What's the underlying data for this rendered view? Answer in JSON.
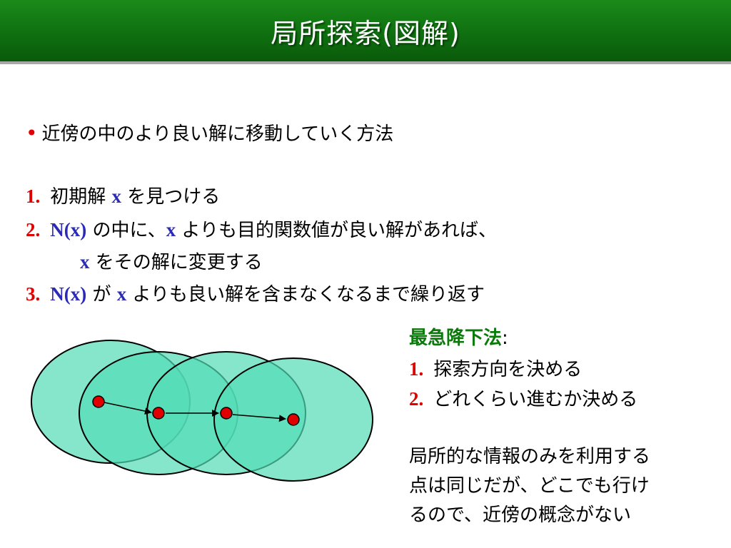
{
  "title": "局所探索(図解)",
  "bullet_text": "近傍の中のより良い解に移動していく方法",
  "bullet_char": "•",
  "steps": [
    {
      "num": "1.",
      "parts": [
        "初期解",
        "x",
        "を見つける"
      ]
    },
    {
      "num": "2.",
      "parts": [
        "N(x)",
        "の中に、",
        "x",
        "よりも目的関数値が良い解があれば、"
      ]
    },
    {
      "cont": [
        "x",
        "をその解に変更する"
      ]
    },
    {
      "num": "3.",
      "parts": [
        "N(x)",
        "が",
        "x",
        "よりも良い解を含まなくなるまで繰り返す"
      ]
    }
  ],
  "side": {
    "heading": "最急降下法",
    "colon": ":",
    "items": [
      {
        "num": "1.",
        "text": "探索方向を決める"
      },
      {
        "num": "2.",
        "text": "どれくらい進むか決める"
      }
    ],
    "note": [
      "局所的な情報のみを利用する",
      "点は同じだが、どこでも行け",
      "るので、近傍の概念がない"
    ]
  },
  "colors": {
    "title_bg": "#0f7010",
    "ellipse_fill": "#52dbb5",
    "point": "#e00000",
    "red_text": "#e00000",
    "blue_text": "#2b2bb8",
    "green_text": "#0a7a0a"
  }
}
